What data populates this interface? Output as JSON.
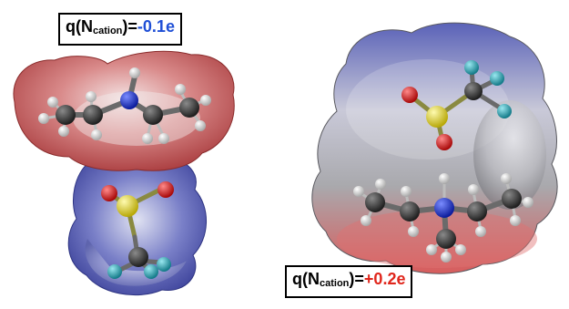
{
  "panels": {
    "left": {
      "charge": {
        "prefix": "q(N",
        "sub": "cation",
        "suffix": ")=",
        "value": "-0.1e",
        "value_color": "#1f4fd6"
      }
    },
    "right": {
      "charge": {
        "prefix": "q(N",
        "sub": "cation",
        "suffix": ")=",
        "value": "+0.2e",
        "value_color": "#e0261c"
      }
    }
  },
  "colors": {
    "carbon": "#3a3a3a",
    "hydrogen": "#f2f2f2",
    "nitrogen": "#1f3fd6",
    "oxygen": "#e01818",
    "sulfur": "#e8e01a",
    "fluorine": "#2aa8b8",
    "surface_negative": "#c8484a",
    "surface_positive": "#4a52b0",
    "surface_neutral": "#e8e8ea"
  }
}
